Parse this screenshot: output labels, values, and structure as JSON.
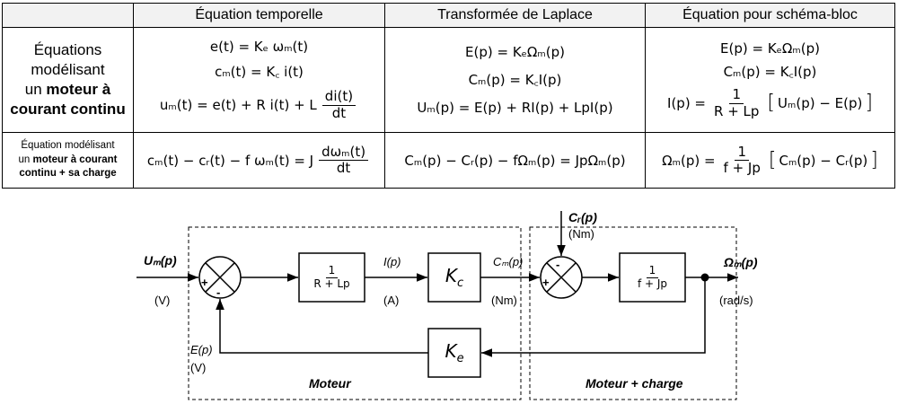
{
  "table": {
    "headers": [
      "Équation temporelle",
      "Transformée de Laplace",
      "Équation pour schéma-bloc"
    ],
    "row1_label": {
      "line1": "Équations",
      "line2": "modélisant",
      "line3_pre": "un ",
      "line3_bold": "moteur à",
      "line4_bold": "courant continu"
    },
    "row2_label": {
      "line1": "Équation modélisant",
      "line2_pre": "un ",
      "line2_bold": "moteur à courant",
      "line3_bold": "continu + sa charge"
    },
    "temporal": {
      "eq1": "e(t) = Kₑ  ωₘ(t)",
      "eq2": "cₘ(t) = K꜀  i(t)",
      "eq3_lhs": "uₘ(t) = e(t) + R i(t) + L",
      "eq3_num": "di(t)",
      "eq3_den": "dt",
      "eq4_lhs": "cₘ(t) − cᵣ(t) − f  ωₘ(t) = J",
      "eq4_num": "dωₘ(t)",
      "eq4_den": "dt"
    },
    "laplace": {
      "eq1": "E(p) = KₑΩₘ(p)",
      "eq2": "Cₘ(p) = K꜀I(p)",
      "eq3": "Uₘ(p) = E(p) + RI(p) + LpI(p)",
      "eq4": "Cₘ(p) − Cᵣ(p) − fΩₘ(p) = JpΩₘ(p)"
    },
    "block": {
      "eq1": "E(p) = KₑΩₘ(p)",
      "eq2": "Cₘ(p) = K꜀I(p)",
      "eq3_lhs": "I(p) =",
      "eq3_num": "1",
      "eq3_den": "R + Lp",
      "eq3_rhs": "Uₘ(p) − E(p)",
      "eq4_lhs": "Ωₘ(p) =",
      "eq4_num": "1",
      "eq4_den": "f + Jp",
      "eq4_rhs": "Cₘ(p) − Cᵣ(p)"
    }
  },
  "diagram": {
    "input_label": "Uₘ(p)",
    "input_unit": "(V)",
    "current_label": "I(p)",
    "current_unit": "(A)",
    "torque_label": "Cₘ(p)",
    "torque_unit": "(Nm)",
    "load_label": "Cᵣ(p)",
    "load_unit": "(Nm)",
    "output_label": "Ωₘ(p)",
    "output_unit": "(rad/s)",
    "feedback_label": "E(p)",
    "feedback_unit": "(V)",
    "block1_num": "1",
    "block1_den": "R + Lp",
    "block2_gain": "K",
    "block2_sub": "c",
    "block3_num": "1",
    "block3_den": "f + Jp",
    "block4_gain": "K",
    "block4_sub": "e",
    "sum1_plus": "+",
    "sum1_minus": "-",
    "sum2_plus": "+",
    "sum2_minus": "-",
    "group1_label": "Moteur",
    "group2_label": "Moteur + charge"
  }
}
